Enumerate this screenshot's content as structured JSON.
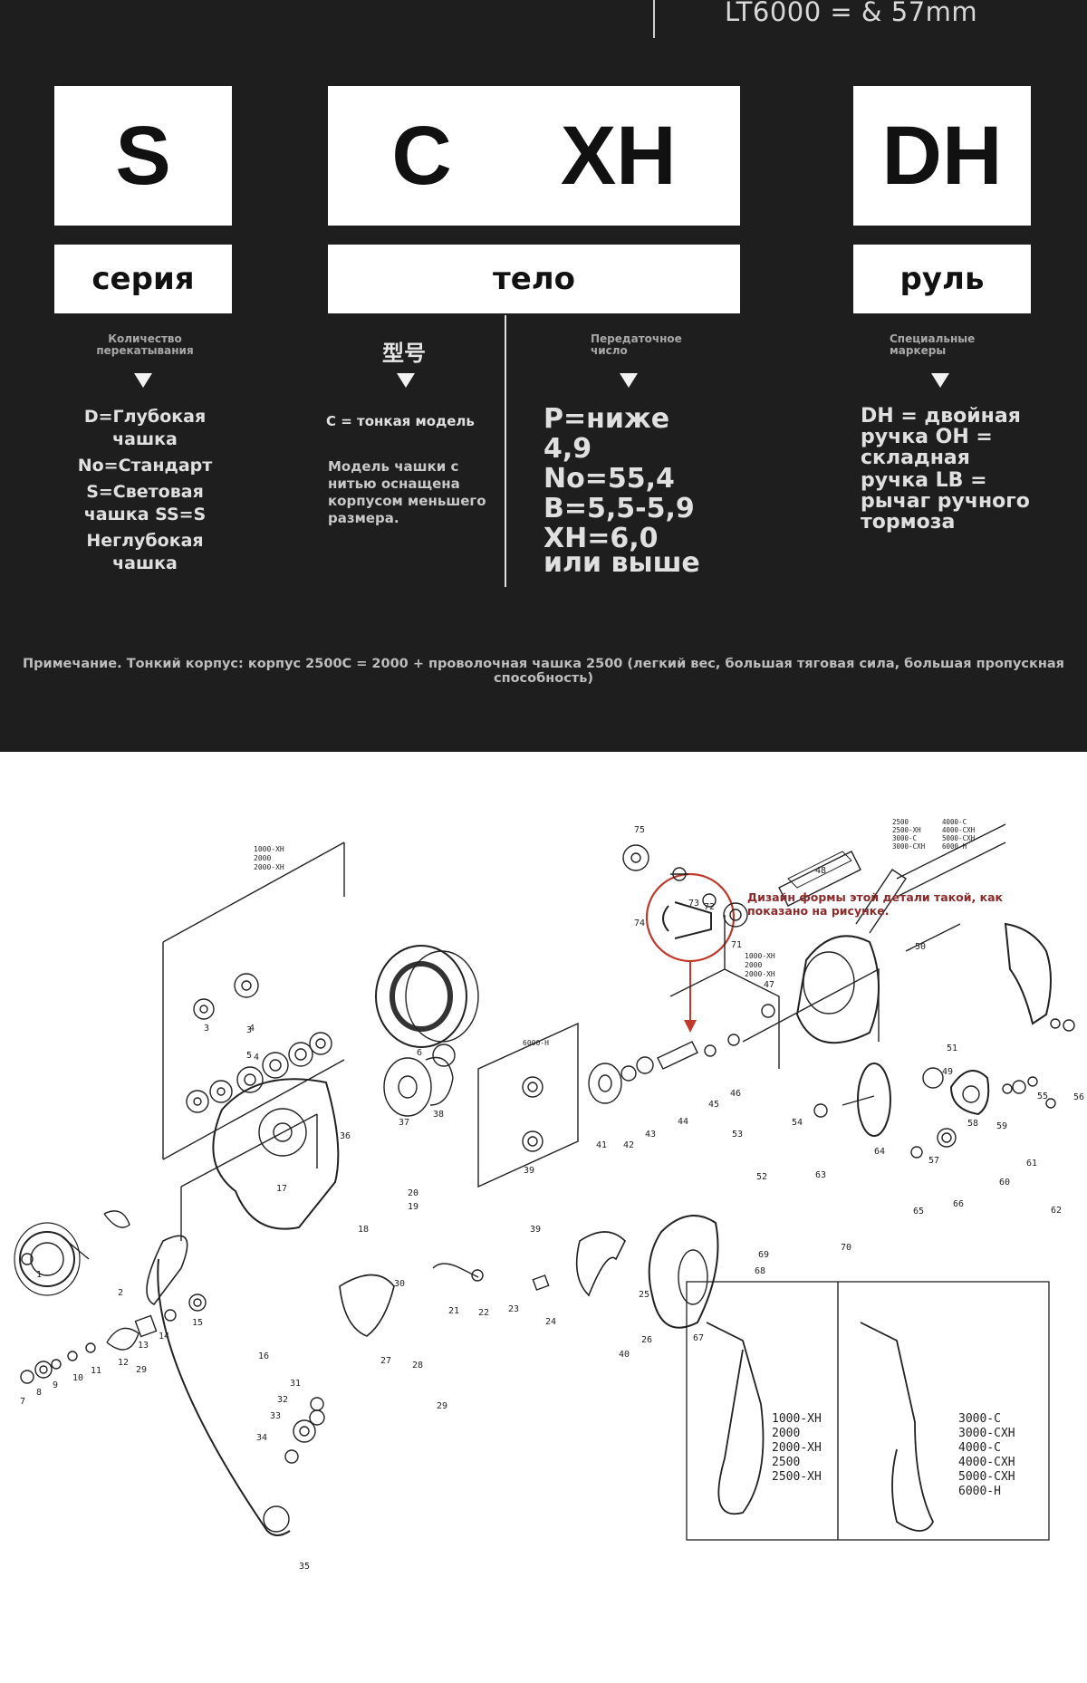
{
  "header": {
    "text": "LT6000 = & 57mm"
  },
  "codes": [
    {
      "code": "S"
    },
    {
      "code": "C"
    },
    {
      "code": "XH"
    },
    {
      "code": "DH"
    }
  ],
  "labels": {
    "series": "серия",
    "body": "тело",
    "handle": "руль"
  },
  "columns": {
    "col1": {
      "caption": "Количество\nперекатывания",
      "lines": [
        "D=Глубокая",
        "чашка",
        "No=Стандарт",
        "S=Световая",
        "чашка SS=S",
        "Неглубокая",
        "чашка"
      ]
    },
    "col2": {
      "glyph": "型号",
      "line1": "C = тонкая модель",
      "para": [
        "Модель чашки с",
        "нитью оснащена",
        "корпусом меньшего",
        "размера."
      ]
    },
    "col3": {
      "caption": "Передаточное\nчисло",
      "lines": [
        "P=ниже",
        "4,9",
        "No=55,4",
        "B=5,5-5,9",
        "XH=6,0",
        "или выше"
      ]
    },
    "col4": {
      "caption": "Специальные\nмаркеры",
      "lines": [
        "DH = двойная",
        "ручка OH =",
        "складная",
        "ручка LB =",
        "рычаг ручного",
        "тормоза"
      ]
    }
  },
  "note": "Примечание. Тонкий корпус: корпус 2500C = 2000 + проволочная чашка 2500 (легкий вес, большая тяговая сила, большая пропускная способность)",
  "diagram": {
    "red_caption": "Дизайн формы этой детали такой, как показано на рисунке.",
    "model_box_spool": [
      "1000-XH",
      "2000",
      "2000-XH"
    ],
    "model_box_39": "6000-H",
    "model_box_47": [
      "1000-XH",
      "2000",
      "2000-XH"
    ],
    "model_box_50": [
      "2500",
      "2500-XH",
      "3000-C",
      "3000-CXH",
      "4000-C",
      "4000-CXH",
      "5000-CXH",
      "6000-H"
    ],
    "handle_left": [
      "1000-XH",
      "2000",
      "2000-XH",
      "2500",
      "2500-XH"
    ],
    "handle_right": [
      "3000-C",
      "3000-CXH",
      "4000-C",
      "4000-CXH",
      "5000-CXH",
      "6000-H"
    ],
    "part_numbers": [
      "1",
      "2",
      "3",
      "3",
      "4",
      "4",
      "5",
      "6",
      "7",
      "8",
      "9",
      "10",
      "11",
      "12",
      "13",
      "14",
      "15",
      "16",
      "17",
      "18",
      "19",
      "20",
      "21",
      "22",
      "23",
      "24",
      "25",
      "26",
      "27",
      "28",
      "29",
      "29",
      "30",
      "31",
      "32",
      "33",
      "34",
      "35",
      "36",
      "37",
      "38",
      "39",
      "39",
      "40",
      "41",
      "42",
      "43",
      "44",
      "45",
      "46",
      "47",
      "48",
      "49",
      "50",
      "51",
      "52",
      "53",
      "54",
      "55",
      "56",
      "57",
      "58",
      "59",
      "60",
      "61",
      "62",
      "63",
      "64",
      "65",
      "66",
      "67",
      "68",
      "69",
      "70",
      "71",
      "72",
      "73",
      "74",
      "75"
    ],
    "colors": {
      "line": "#222222",
      "red": "#c0392b"
    }
  }
}
